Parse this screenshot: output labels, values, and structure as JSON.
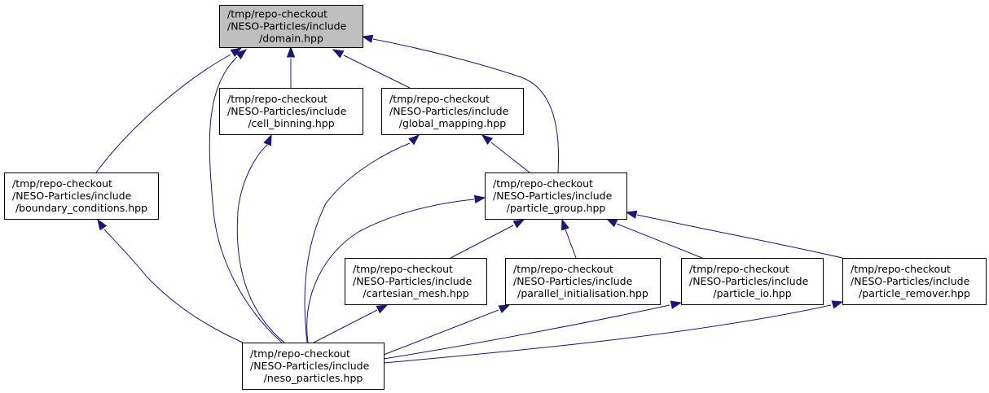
{
  "nodes": [
    {
      "id": "domain",
      "lines": [
        "/tmp/repo-checkout",
        "/NESO-Particles/include",
        "/domain.hpp"
      ],
      "highlighted": true
    },
    {
      "id": "cell_binning",
      "lines": [
        "/tmp/repo-checkout",
        "/NESO-Particles/include",
        "/cell_binning.hpp"
      ]
    },
    {
      "id": "global_mapping",
      "lines": [
        "/tmp/repo-checkout",
        "/NESO-Particles/include",
        "/global_mapping.hpp"
      ]
    },
    {
      "id": "boundary_conditions",
      "lines": [
        "/tmp/repo-checkout",
        "/NESO-Particles/include",
        "/boundary_conditions.hpp"
      ]
    },
    {
      "id": "particle_group",
      "lines": [
        "/tmp/repo-checkout",
        "/NESO-Particles/include",
        "/particle_group.hpp"
      ]
    },
    {
      "id": "cartesian_mesh",
      "lines": [
        "/tmp/repo-checkout",
        "/NESO-Particles/include",
        "/cartesian_mesh.hpp"
      ]
    },
    {
      "id": "parallel_initialisation",
      "lines": [
        "/tmp/repo-checkout",
        "/NESO-Particles/include",
        "/parallel_initialisation.hpp"
      ]
    },
    {
      "id": "particle_io",
      "lines": [
        "/tmp/repo-checkout",
        "/NESO-Particles/include",
        "/particle_io.hpp"
      ]
    },
    {
      "id": "particle_remover",
      "lines": [
        "/tmp/repo-checkout",
        "/NESO-Particles/include",
        "/particle_remover.hpp"
      ]
    },
    {
      "id": "neso_particles",
      "lines": [
        "/tmp/repo-checkout",
        "/NESO-Particles/include",
        "/neso_particles.hpp"
      ]
    }
  ],
  "edges": [
    {
      "from": "cell_binning",
      "to": "domain"
    },
    {
      "from": "global_mapping",
      "to": "domain"
    },
    {
      "from": "boundary_conditions",
      "to": "domain"
    },
    {
      "from": "particle_group",
      "to": "domain"
    },
    {
      "from": "neso_particles",
      "to": "domain"
    },
    {
      "from": "neso_particles",
      "to": "cell_binning"
    },
    {
      "from": "neso_particles",
      "to": "global_mapping"
    },
    {
      "from": "particle_group",
      "to": "global_mapping"
    },
    {
      "from": "neso_particles",
      "to": "boundary_conditions"
    },
    {
      "from": "neso_particles",
      "to": "particle_group"
    },
    {
      "from": "cartesian_mesh",
      "to": "particle_group"
    },
    {
      "from": "parallel_initialisation",
      "to": "particle_group"
    },
    {
      "from": "particle_io",
      "to": "particle_group"
    },
    {
      "from": "particle_remover",
      "to": "particle_group"
    },
    {
      "from": "neso_particles",
      "to": "cartesian_mesh"
    },
    {
      "from": "neso_particles",
      "to": "parallel_initialisation"
    },
    {
      "from": "neso_particles",
      "to": "particle_io"
    },
    {
      "from": "neso_particles",
      "to": "particle_remover"
    }
  ],
  "colors": {
    "edge": "#191970",
    "node_border": "#000000",
    "node_fill": "#ffffff",
    "highlight_fill": "#bfbfbf"
  }
}
